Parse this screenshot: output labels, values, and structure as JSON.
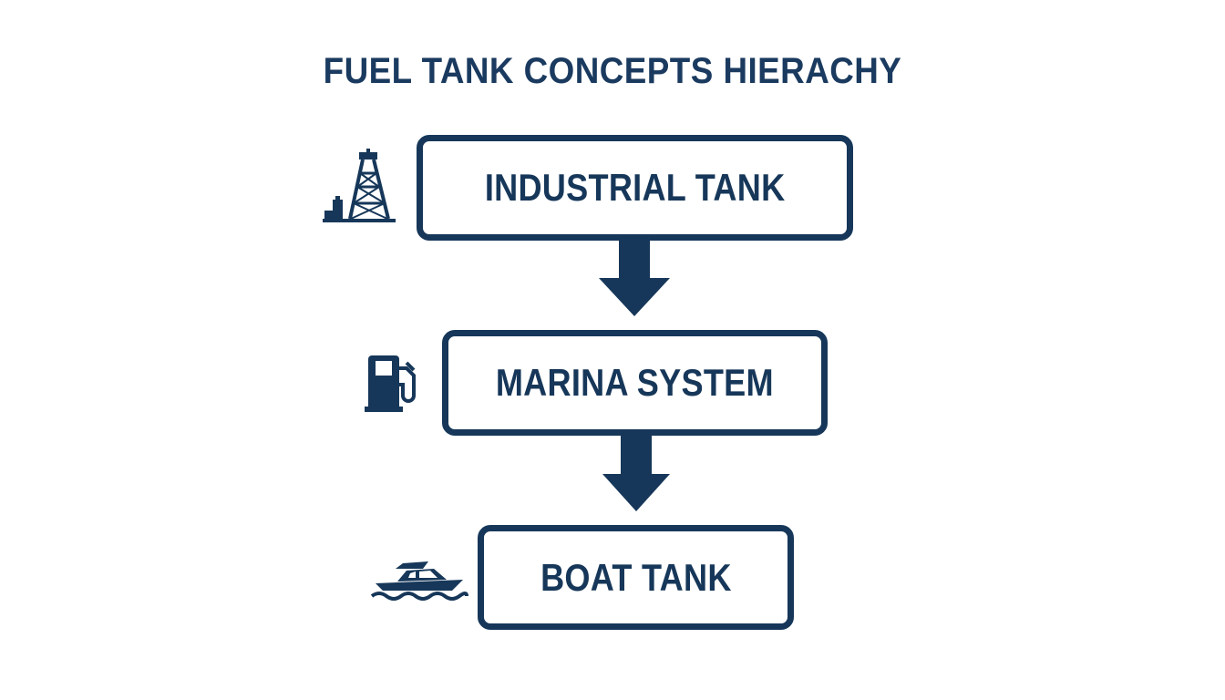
{
  "diagram": {
    "title": "FUEL TANK CONCEPTS HIERACHY",
    "nodes": [
      {
        "id": "industrial",
        "label": "INDUSTRIAL TANK",
        "icon": "oil-derrick-icon"
      },
      {
        "id": "marina",
        "label": "MARINA SYSTEM",
        "icon": "fuel-pump-icon"
      },
      {
        "id": "boat",
        "label": "BOAT TANK",
        "icon": "boat-icon"
      }
    ],
    "edges": [
      {
        "from": "industrial",
        "to": "marina"
      },
      {
        "from": "marina",
        "to": "boat"
      }
    ]
  },
  "colors": {
    "primary": "#163759",
    "title": "#1a3a5f",
    "background": "#ffffff"
  }
}
